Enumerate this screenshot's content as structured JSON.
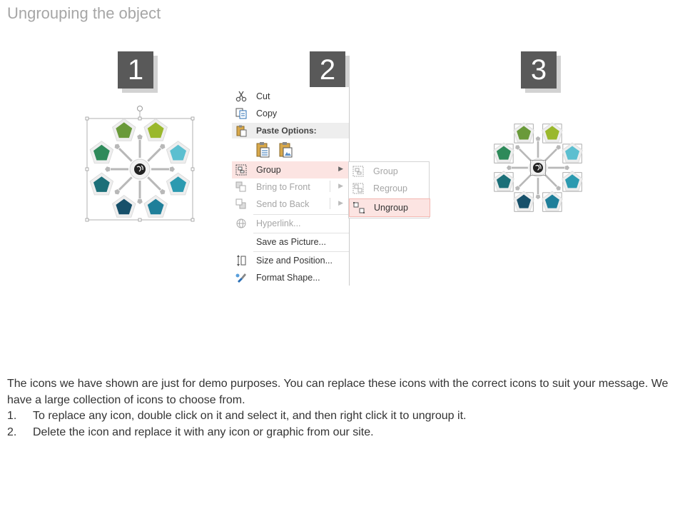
{
  "page": {
    "title": "Ungrouping the object"
  },
  "steps": [
    {
      "number": "1"
    },
    {
      "number": "2"
    },
    {
      "number": "3"
    }
  ],
  "context_menu": {
    "cut": "Cut",
    "copy": "Copy",
    "paste_options": "Paste Options:",
    "group": "Group",
    "bring_to_front": "Bring to Front",
    "send_to_back": "Send to Back",
    "hyperlink": "Hyperlink...",
    "save_as_picture": "Save as Picture...",
    "size_and_position": "Size and Position...",
    "format_shape": "Format Shape..."
  },
  "group_submenu": {
    "group": "Group",
    "regroup": "Regroup",
    "ungroup": "Ungroup"
  },
  "description": {
    "intro": "The icons we have shown are just for demo purposes. You can replace these icons with the correct icons to suit your message. We have a large collection of icons to choose from.",
    "items": [
      {
        "num": "1.",
        "text": "To replace any icon, double click on it and select it, and then right click it to ungroup it."
      },
      {
        "num": "2.",
        "text": "Delete the icon and replace it with any icon or graphic from our site."
      }
    ]
  },
  "colors": {
    "badge_bg": "#595959",
    "menu_highlight": "#fce4e2",
    "pentagon_colors": [
      "#5cbfd0",
      "#2c9ab0",
      "#1f7f9a",
      "#17506a",
      "#1b6f78",
      "#2e8a5a",
      "#6a9a3a",
      "#9ab82c"
    ]
  }
}
